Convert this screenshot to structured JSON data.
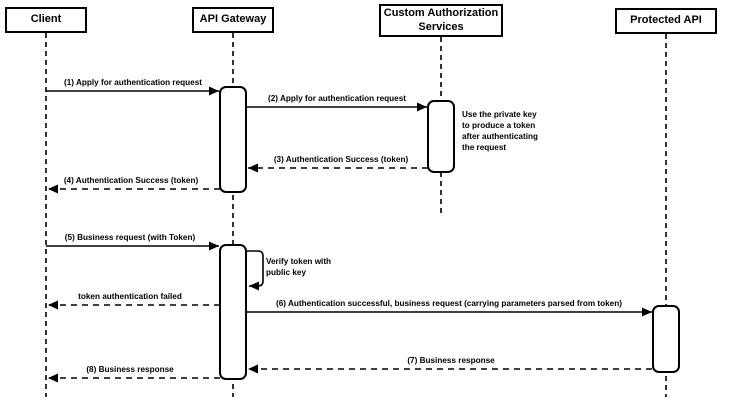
{
  "diagram": {
    "kind": "uml-sequence-diagram",
    "colors": {
      "stroke": "#000000",
      "fill": "#ffffff",
      "text": "#000000"
    },
    "participants": [
      {
        "name": "Client"
      },
      {
        "name": "API Gateway"
      },
      {
        "name": "Custom Authorization Services"
      },
      {
        "name": "Protected API"
      }
    ],
    "messages": [
      {
        "label": "(1) Apply for authentication request",
        "from": "Client",
        "to": "API Gateway",
        "line": "solid"
      },
      {
        "label": "(2) Apply for authentication request",
        "from": "API Gateway",
        "to": "Custom Authorization Services",
        "line": "solid"
      },
      {
        "label": "(3) Authentication Success (token)",
        "from": "Custom Authorization Services",
        "to": "API Gateway",
        "line": "dashed"
      },
      {
        "label": "(4) Authentication Success (token)",
        "from": "API Gateway",
        "to": "Client",
        "line": "dashed"
      },
      {
        "label": "(5) Business request (with Token)",
        "from": "Client",
        "to": "API Gateway",
        "line": "solid"
      },
      {
        "label": "Verify token with public key",
        "from": "API Gateway",
        "to": "API Gateway",
        "line": "self"
      },
      {
        "label": "token authentication failed",
        "from": "API Gateway",
        "to": "Client",
        "line": "dashed"
      },
      {
        "label": "(6) Authentication successful, business request (carrying parameters parsed from token)",
        "from": "API Gateway",
        "to": "Protected API",
        "line": "solid"
      },
      {
        "label": "(7) Business response",
        "from": "Protected API",
        "to": "API Gateway",
        "line": "dashed"
      },
      {
        "label": "(8) Business response",
        "from": "API Gateway",
        "to": "Client",
        "line": "dashed"
      }
    ],
    "note": {
      "text": "Use the private key to produce a token after authenticating the request",
      "attached_to": "Custom Authorization Services"
    }
  }
}
